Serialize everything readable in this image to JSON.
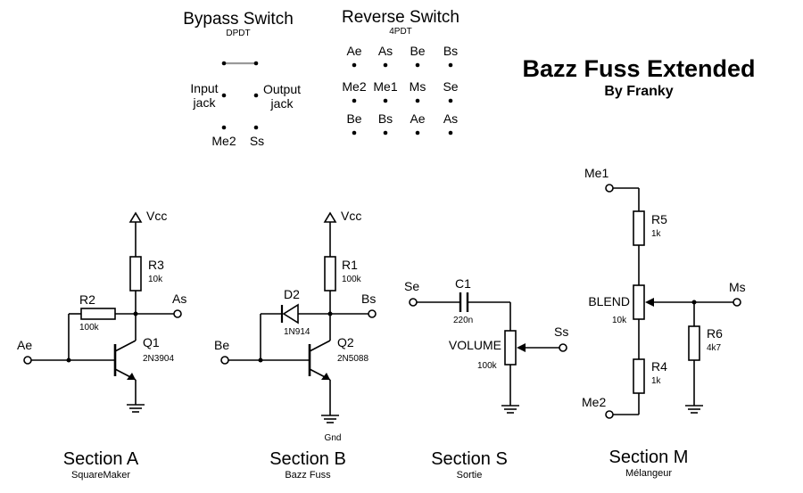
{
  "header": {
    "title": "Bazz Fuss Extended",
    "byline": "By Franky"
  },
  "bypass": {
    "title": "Bypass Switch",
    "type": "DPDT",
    "input_line1": "Input",
    "input_line2": "jack",
    "output_line1": "Output",
    "output_line2": "jack",
    "pin_left": "Me2",
    "pin_right": "Ss"
  },
  "reverse": {
    "title": "Reverse Switch",
    "type": "4PDT",
    "rows": [
      [
        "Ae",
        "As",
        "Be",
        "Bs"
      ],
      [
        "Me2",
        "Me1",
        "Ms",
        "Se"
      ],
      [
        "Be",
        "Bs",
        "Ae",
        "As"
      ]
    ]
  },
  "section_a": {
    "name": "Section A",
    "desc": "SquareMaker",
    "vcc": "Vcc",
    "r3": "R3",
    "r3_val": "10k",
    "r2": "R2",
    "r2_val": "100k",
    "q1": "Q1",
    "q1_val": "2N3904",
    "in": "Ae",
    "out": "As"
  },
  "section_b": {
    "name": "Section B",
    "desc": "Bazz Fuss",
    "vcc": "Vcc",
    "r1": "R1",
    "r1_val": "100k",
    "d2": "D2",
    "d2_val": "1N914",
    "q2": "Q2",
    "q2_val": "2N5088",
    "gnd": "Gnd",
    "in": "Be",
    "out": "Bs"
  },
  "section_s": {
    "name": "Section S",
    "desc": "Sortie",
    "c1": "C1",
    "c1_val": "220n",
    "pot": "VOLUME",
    "pot_val": "100k",
    "in": "Se",
    "out": "Ss"
  },
  "section_m": {
    "name": "Section M",
    "desc": "Mélangeur",
    "me1": "Me1",
    "me2": "Me2",
    "ms": "Ms",
    "r5": "R5",
    "r5_val": "1k",
    "pot": "BLEND",
    "pot_val": "10k",
    "r4": "R4",
    "r4_val": "1k",
    "r6": "R6",
    "r6_val": "4k7"
  }
}
